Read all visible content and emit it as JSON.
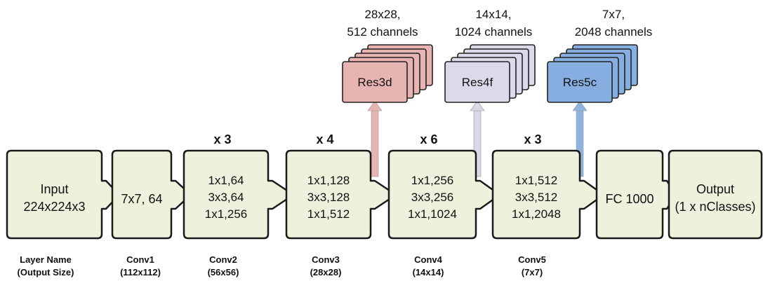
{
  "stages": [
    {
      "id": "input",
      "lines": [
        "Input",
        "224x224x3"
      ]
    },
    {
      "id": "conv1",
      "lines": [
        "7x7, 64"
      ]
    },
    {
      "id": "conv2",
      "lines": [
        "1x1,64",
        "3x3,64",
        "1x1,256"
      ],
      "repeat": "x 3"
    },
    {
      "id": "conv3",
      "lines": [
        "1x1,128",
        "3x3,128",
        "1x1,512"
      ],
      "repeat": "x 4"
    },
    {
      "id": "conv4",
      "lines": [
        "1x1,256",
        "3x3,256",
        "1x1,1024"
      ],
      "repeat": "x 6"
    },
    {
      "id": "conv5",
      "lines": [
        "1x1,512",
        "3x3,512",
        "1x1,2048"
      ],
      "repeat": "x 3"
    },
    {
      "id": "fc",
      "lines": [
        "FC 1000"
      ]
    },
    {
      "id": "output",
      "lines": [
        "Output",
        "(1 x nClasses)"
      ]
    }
  ],
  "layer_names": [
    {
      "name": "Layer Name",
      "size": "(Output Size)"
    },
    {
      "name": "Conv1",
      "size": "(112x112)"
    },
    {
      "name": "Conv2",
      "size": "(56x56)"
    },
    {
      "name": "Conv3",
      "size": "(28x28)"
    },
    {
      "name": "Conv4",
      "size": "(14x14)"
    },
    {
      "name": "Conv5",
      "size": "(7x7)"
    }
  ],
  "features": [
    {
      "label": "Res3d",
      "size_line1": "28x28,",
      "size_line2": "512 channels",
      "fill": "#e8b4b1",
      "arrow": "#e8b4b1"
    },
    {
      "label": "Res4f",
      "size_line1": "14x14,",
      "size_line2": "1024 channels",
      "fill": "#dcdaea",
      "arrow": "#d9d6e6"
    },
    {
      "label": "Res5c",
      "size_line1": "7x7,",
      "size_line2": "2048 channels",
      "fill": "#86aee0",
      "arrow": "#8fb3e0"
    }
  ],
  "colors": {
    "block_fill": "#eef2dc",
    "block_stroke": "#1a1a1a"
  }
}
